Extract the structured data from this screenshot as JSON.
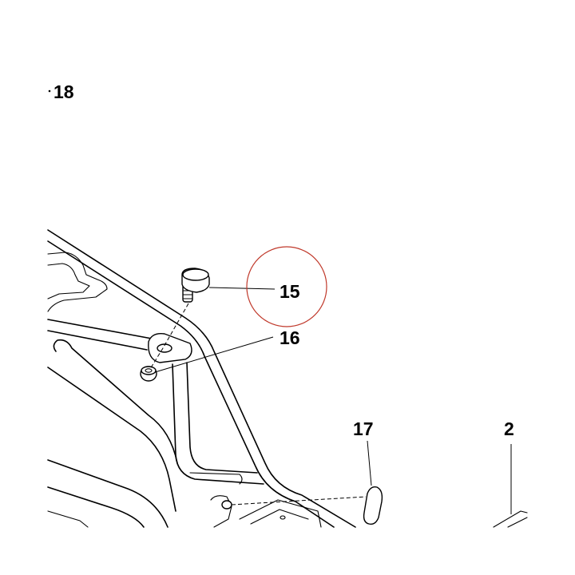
{
  "callouts": [
    {
      "id": "18",
      "label": "18"
    },
    {
      "id": "15",
      "label": "15"
    },
    {
      "id": "16",
      "label": "16"
    },
    {
      "id": "17",
      "label": "17"
    },
    {
      "id": "2",
      "label": "2"
    }
  ],
  "highlight": {
    "target_callout": "15",
    "color": "#c0392b"
  },
  "colors": {
    "line": "#000000",
    "background": "#ffffff"
  }
}
